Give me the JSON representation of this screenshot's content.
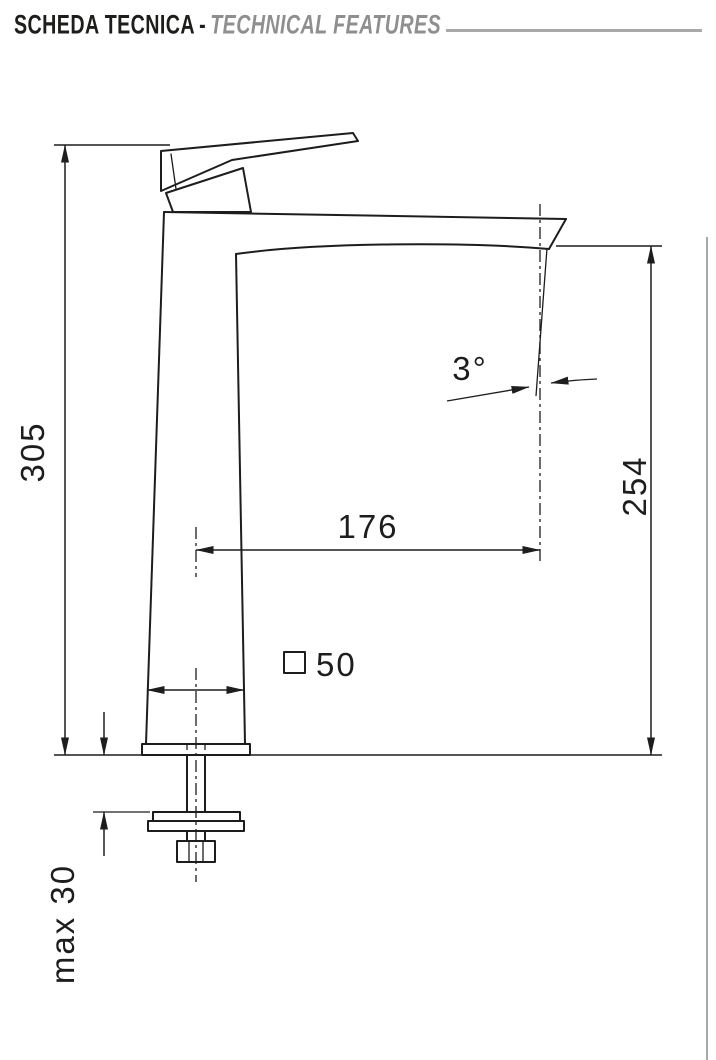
{
  "header": {
    "title_it": "SCHEDA TECNICA",
    "separator": "-",
    "title_en": "TECHNICAL FEATURES"
  },
  "dimensions": {
    "total_height": "305",
    "outlet_height": "254",
    "spout_reach": "176",
    "outlet_angle": "3°",
    "body_square_size": "50",
    "max_mounting_thickness": "max 30"
  },
  "colors": {
    "line": "#1d1d1b",
    "title": "#1d1d1b",
    "gray_line": "#a9a9a9",
    "gray_text": "#8f8f8f",
    "background": "#ffffff"
  }
}
